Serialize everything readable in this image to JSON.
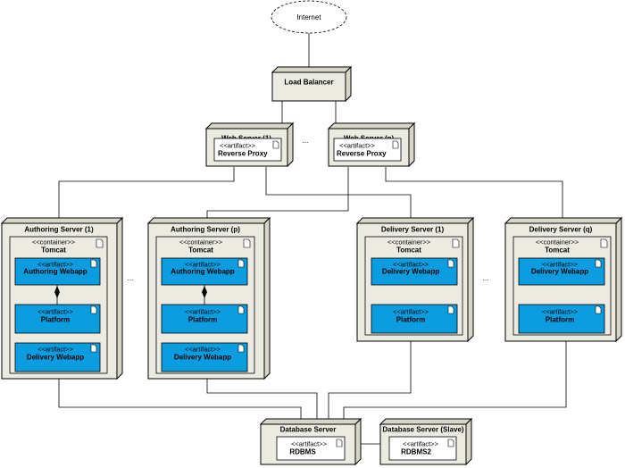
{
  "internet": "Internet",
  "load_balancer": "Load Balancer",
  "web_servers": [
    {
      "title": "Web Server (1)",
      "stereotype": "<<artifact>>",
      "artifact": "Reverse Proxy"
    },
    {
      "title": "Web Server (n)",
      "stereotype": "<<artifact>>",
      "artifact": "Reverse Proxy"
    }
  ],
  "ellipsis": "...",
  "app_servers": [
    {
      "title": "Authoring Server (1)",
      "container_stereotype": "<<container>>",
      "container": "Tomcat",
      "artifacts": [
        {
          "stereotype": "<<artifact>>",
          "name": "Authoring Webapp"
        },
        {
          "stereotype": "<<artifact>>",
          "name": "Platform"
        },
        {
          "stereotype": "<<artifact>>",
          "name": "Delivery Webapp"
        }
      ]
    },
    {
      "title": "Authoring Server (p)",
      "container_stereotype": "<<container>>",
      "container": "Tomcat",
      "artifacts": [
        {
          "stereotype": "<<artifact>>",
          "name": "Authoring Webapp"
        },
        {
          "stereotype": "<<artifact>>",
          "name": "Platform"
        },
        {
          "stereotype": "<<artifact>>",
          "name": "Delivery Webapp"
        }
      ]
    },
    {
      "title": "Delivery Server (1)",
      "container_stereotype": "<<container>>",
      "container": "Tomcat",
      "artifacts": [
        {
          "stereotype": "<<artifact>>",
          "name": "Delivery Webapp"
        },
        {
          "stereotype": "<<artifact>>",
          "name": "Platform"
        }
      ]
    },
    {
      "title": "Delivery Server (q)",
      "container_stereotype": "<<container>>",
      "container": "Tomcat",
      "artifacts": [
        {
          "stereotype": "<<artifact>>",
          "name": "Delivery Webapp"
        },
        {
          "stereotype": "<<artifact>>",
          "name": "Platform"
        }
      ]
    }
  ],
  "database_server": {
    "title": "Database Server",
    "stereotype": "<<artifact>>",
    "artifact": "RDBMS"
  },
  "database_slave": {
    "title": "Database Server (Slave)",
    "stereotype": "<<artifact>>",
    "artifact": "RDBMS2"
  },
  "colors": {
    "node": "#ecebe1",
    "artifact": "#0b9de0"
  }
}
